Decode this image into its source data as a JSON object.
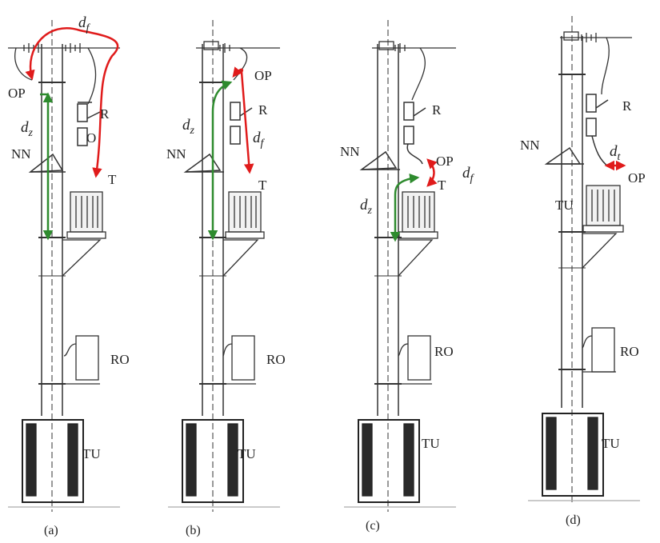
{
  "panels": [
    {
      "caption": "(a)",
      "labels": {
        "op": "OP",
        "r": "R",
        "o": "O",
        "nn": "NN",
        "t": "T",
        "ro": "RO",
        "tu": "TU"
      },
      "distances": {
        "df": "d",
        "df_sub": "f",
        "dz": "d",
        "dz_sub": "z"
      }
    },
    {
      "caption": "(b)",
      "labels": {
        "op": "OP",
        "r": "R",
        "nn": "NN",
        "t": "T",
        "ro": "RO",
        "tu": "TU"
      },
      "distances": {
        "df": "d",
        "df_sub": "f",
        "dz": "d",
        "dz_sub": "z"
      }
    },
    {
      "caption": "(c)",
      "labels": {
        "op": "OP",
        "r": "R",
        "nn": "NN",
        "t": "T",
        "ro": "RO",
        "tu": "TU"
      },
      "distances": {
        "df": "d",
        "df_sub": "f",
        "dz": "d",
        "dz_sub": "z"
      }
    },
    {
      "caption": "(d)",
      "labels": {
        "op": "OP",
        "r": "R",
        "nn": "NN",
        "tu_top": "TU",
        "ro": "RO",
        "tu": "TU"
      },
      "distances": {
        "dt": "d",
        "dt_sub": "t"
      }
    }
  ],
  "colors": {
    "ground_path": "#2e8b2e",
    "fault_path": "#e01b1b",
    "line": "#333333"
  }
}
